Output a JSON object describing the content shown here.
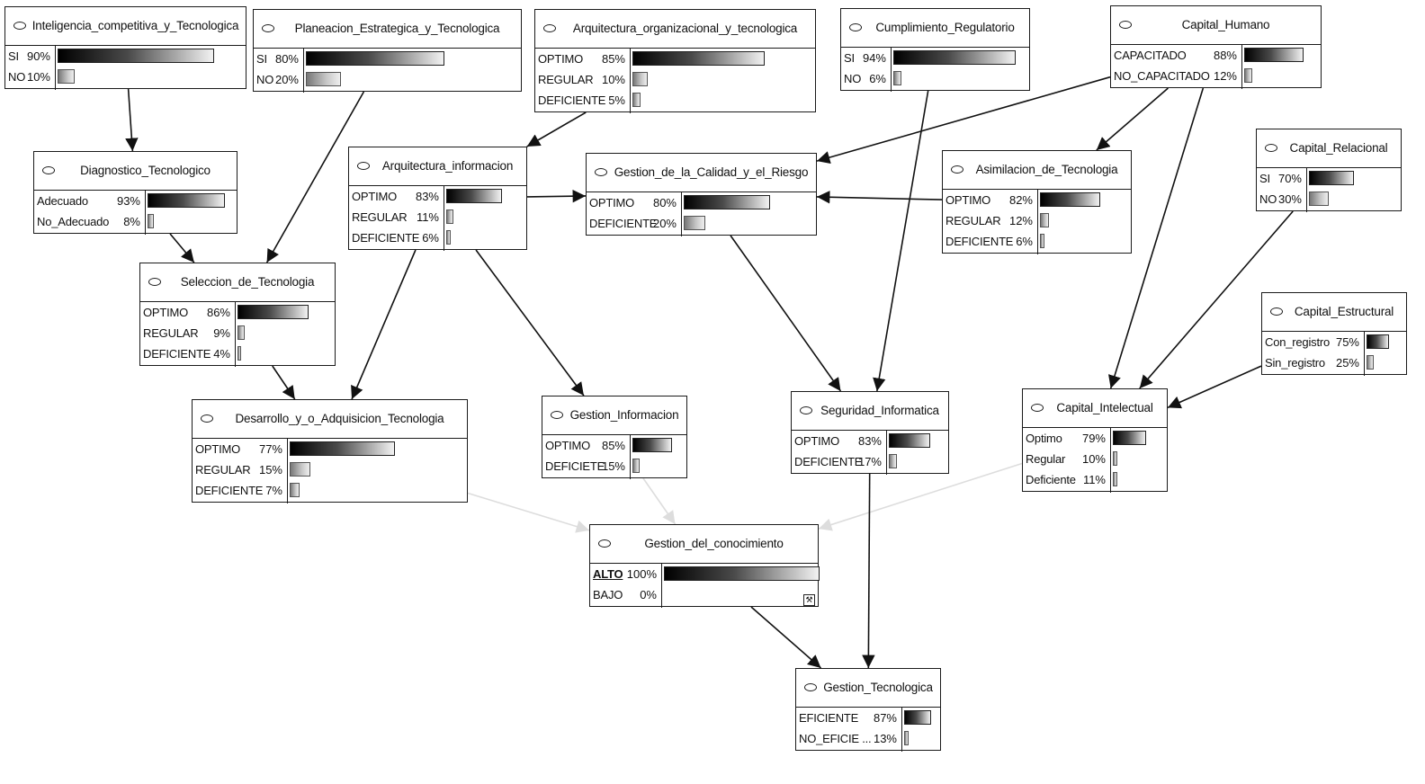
{
  "nodes": {
    "ict": {
      "title": "Inteligencia_competitiva_y_Tecnologica",
      "states": [
        {
          "label": "SI",
          "pct": "90%",
          "value": 90
        },
        {
          "label": "NO",
          "pct": "10%",
          "value": 10
        }
      ]
    },
    "pet": {
      "title": "Planeacion_Estrategica_y_Tecnologica",
      "states": [
        {
          "label": "SI",
          "pct": "80%",
          "value": 80
        },
        {
          "label": "NO",
          "pct": "20%",
          "value": 20
        }
      ]
    },
    "aot": {
      "title": "Arquitectura_organizacional_y_tecnologica",
      "states": [
        {
          "label": "OPTIMO",
          "pct": "85%",
          "value": 85
        },
        {
          "label": "REGULAR",
          "pct": "10%",
          "value": 10
        },
        {
          "label": "DEFICIENTE",
          "pct": "5%",
          "value": 5
        }
      ]
    },
    "cr": {
      "title": "Cumplimiento_Regulatorio",
      "states": [
        {
          "label": "SI",
          "pct": "94%",
          "value": 94
        },
        {
          "label": "NO",
          "pct": "6%",
          "value": 6
        }
      ]
    },
    "ch": {
      "title": "Capital_Humano",
      "states": [
        {
          "label": "CAPACITADO",
          "pct": "88%",
          "value": 88
        },
        {
          "label": "NO_CAPACITADO",
          "pct": "12%",
          "value": 12
        }
      ]
    },
    "dt": {
      "title": "Diagnostico_Tecnologico",
      "states": [
        {
          "label": "Adecuado",
          "pct": "93%",
          "value": 93
        },
        {
          "label": "No_Adecuado",
          "pct": "8%",
          "value": 8
        }
      ]
    },
    "ai": {
      "title": "Arquitectura_informacion",
      "states": [
        {
          "label": "OPTIMO",
          "pct": "83%",
          "value": 83
        },
        {
          "label": "REGULAR",
          "pct": "11%",
          "value": 11
        },
        {
          "label": "DEFICIENTE",
          "pct": "6%",
          "value": 6
        }
      ]
    },
    "gcr": {
      "title": "Gestion_de_la_Calidad_y_el_Riesgo",
      "states": [
        {
          "label": "OPTIMO",
          "pct": "80%",
          "value": 80
        },
        {
          "label": "DEFICIENTE",
          "pct": "20%",
          "value": 20
        }
      ]
    },
    "at": {
      "title": "Asimilacion_de_Tecnologia",
      "states": [
        {
          "label": "OPTIMO",
          "pct": "82%",
          "value": 82
        },
        {
          "label": "REGULAR",
          "pct": "12%",
          "value": 12
        },
        {
          "label": "DEFICIENTE",
          "pct": "6%",
          "value": 6
        }
      ]
    },
    "crel": {
      "title": "Capital_Relacional",
      "states": [
        {
          "label": "SI",
          "pct": "70%",
          "value": 70
        },
        {
          "label": "NO",
          "pct": "30%",
          "value": 30
        }
      ]
    },
    "st": {
      "title": "Seleccion_de_Tecnologia",
      "states": [
        {
          "label": "OPTIMO",
          "pct": "86%",
          "value": 86
        },
        {
          "label": "REGULAR",
          "pct": "9%",
          "value": 9
        },
        {
          "label": "DEFICIENTE",
          "pct": "4%",
          "value": 4
        }
      ]
    },
    "ce": {
      "title": "Capital_Estructural",
      "states": [
        {
          "label": "Con_registro",
          "pct": "75%",
          "value": 75
        },
        {
          "label": "Sin_registro",
          "pct": "25%",
          "value": 25
        }
      ]
    },
    "dat": {
      "title": "Desarrollo_y_o_Adquisicion_Tecnologia",
      "states": [
        {
          "label": "OPTIMO",
          "pct": "77%",
          "value": 77
        },
        {
          "label": "REGULAR",
          "pct": "15%",
          "value": 15
        },
        {
          "label": "DEFICIENTE",
          "pct": "7%",
          "value": 7
        }
      ]
    },
    "gi": {
      "title": "Gestion_Informacion",
      "states": [
        {
          "label": "OPTIMO",
          "pct": "85%",
          "value": 85
        },
        {
          "label": "DEFICIETE",
          "pct": "15%",
          "value": 15
        }
      ]
    },
    "si": {
      "title": "Seguridad_Informatica",
      "states": [
        {
          "label": "OPTIMO",
          "pct": "83%",
          "value": 83
        },
        {
          "label": "DEFICIENTE",
          "pct": "17%",
          "value": 17
        }
      ]
    },
    "ci": {
      "title": "Capital_Intelectual",
      "states": [
        {
          "label": "Optimo",
          "pct": "79%",
          "value": 79
        },
        {
          "label": "Regular",
          "pct": "10%",
          "value": 10
        },
        {
          "label": "Deficiente",
          "pct": "11%",
          "value": 11
        }
      ]
    },
    "gc": {
      "title": "Gestion_del_conocimiento",
      "states": [
        {
          "label": "ALTO",
          "pct": "100%",
          "value": 100,
          "evidence": true
        },
        {
          "label": "BAJO",
          "pct": "0%",
          "value": 0
        }
      ]
    },
    "gt": {
      "title": "Gestion_Tecnologica",
      "states": [
        {
          "label": "EFICIENTE",
          "pct": "87%",
          "value": 87
        },
        {
          "label": "NO_EFICIE ...",
          "pct": "13%",
          "value": 13
        }
      ]
    }
  },
  "edges": [
    {
      "from": "ict",
      "to": "dt"
    },
    {
      "from": "dt",
      "to": "st"
    },
    {
      "from": "pet",
      "to": "st"
    },
    {
      "from": "aot",
      "to": "ai"
    },
    {
      "from": "ai",
      "to": "gcr"
    },
    {
      "from": "ch",
      "to": "gcr"
    },
    {
      "from": "at",
      "to": "gcr"
    },
    {
      "from": "ch",
      "to": "at"
    },
    {
      "from": "ch",
      "to": "ci"
    },
    {
      "from": "crel",
      "to": "ci"
    },
    {
      "from": "ce",
      "to": "ci"
    },
    {
      "from": "st",
      "to": "dat"
    },
    {
      "from": "ai",
      "to": "dat"
    },
    {
      "from": "ai",
      "to": "gi"
    },
    {
      "from": "gcr",
      "to": "si"
    },
    {
      "from": "cr",
      "to": "si"
    },
    {
      "from": "dat",
      "to": "gc",
      "faint": true
    },
    {
      "from": "gi",
      "to": "gc",
      "faint": true
    },
    {
      "from": "ci",
      "to": "gc",
      "faint": true
    },
    {
      "from": "gc",
      "to": "gt"
    },
    {
      "from": "si",
      "to": "gt"
    }
  ]
}
